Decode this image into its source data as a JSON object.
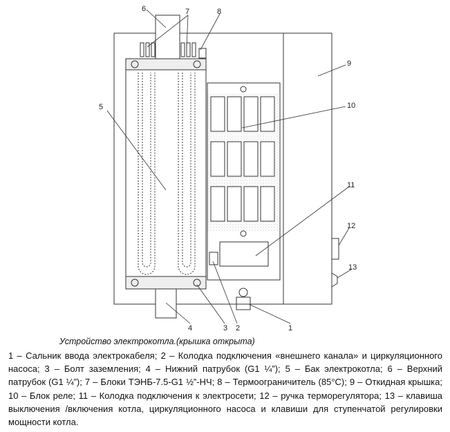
{
  "labels": {
    "l1": "1",
    "l2": "2",
    "l3": "3",
    "l4": "4",
    "l5": "5",
    "l6": "6",
    "l7": "7",
    "l8": "8",
    "l9": "9",
    "l10": "10",
    "l11": "11",
    "l12": "12",
    "l13": "13"
  },
  "caption": {
    "title": "Устройство электрокотла.(крышка открыта)",
    "text": "1 – Сальник ввода электрокабеля; 2 – Колодка подключения «внешнего канала» и циркуляционного насоса; 3 – Болт заземления; 4 – Нижний патрубок (G1 ¼”); 5 – Бак электрокотла; 6 – Верхний патрубок (G1  ¼”); 7 – Блоки ТЭНБ-7.5-G1 ½”-НЧ; 8 – Термоограничитель (85°С); 9 – Откидная крышка; 10 – Блок реле; 11 – Колодка подключения к электросети; 12 – ручка терморегулятора; 13 – клавиша выключения /включения котла, циркуляционного насоса и клавиши для ступенчатой регулировки мощности котла."
  }
}
